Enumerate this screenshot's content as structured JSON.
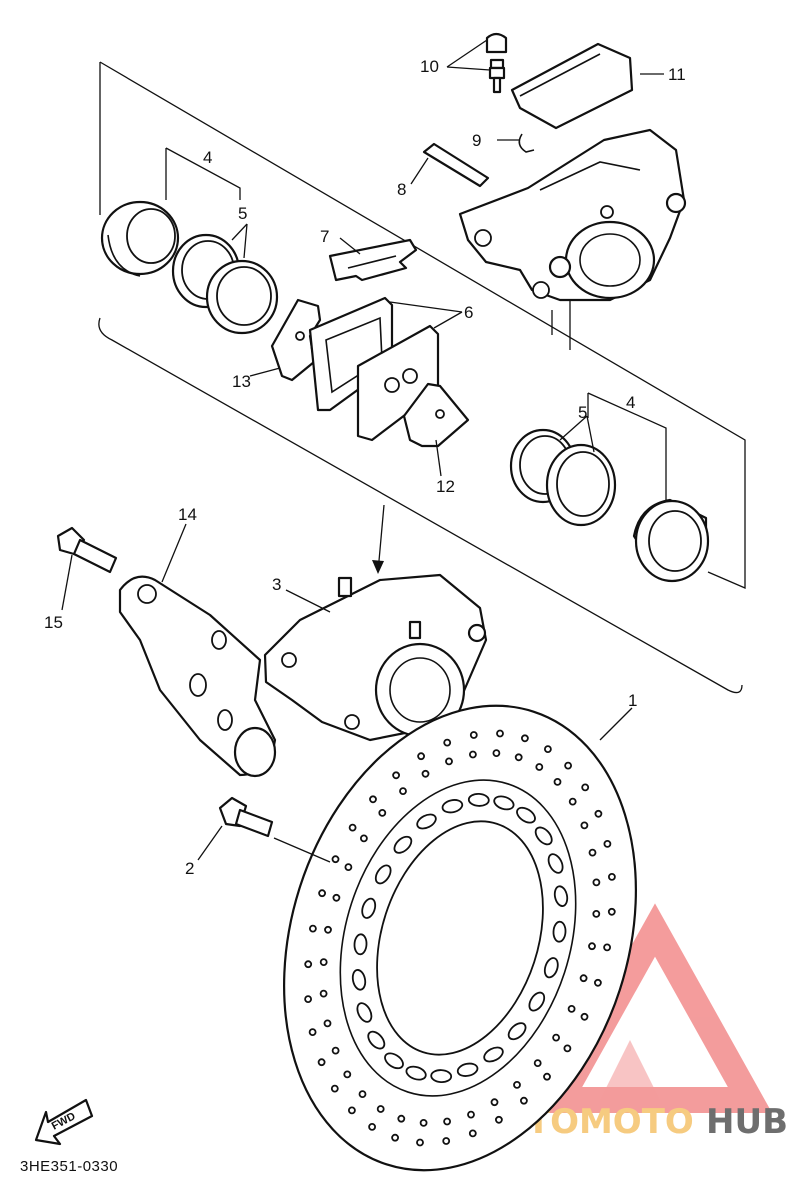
{
  "diagram_code": "3HE351-0330",
  "fwd_label": "FWD",
  "watermark": {
    "text_left": "AUTOMOTO",
    "text_right": "HUB",
    "color_accent": "#f28b8b",
    "color_left": "#f5c26b",
    "color_right": "#555555"
  },
  "callouts": {
    "c1": "1",
    "c2": "2",
    "c3": "3",
    "c4a": "4",
    "c4b": "4",
    "c5a": "5",
    "c5b": "5",
    "c6": "6",
    "c7": "7",
    "c8": "8",
    "c9": "9",
    "c10": "10",
    "c11": "11",
    "c12": "12",
    "c13": "13",
    "c14": "14",
    "c15": "15"
  }
}
